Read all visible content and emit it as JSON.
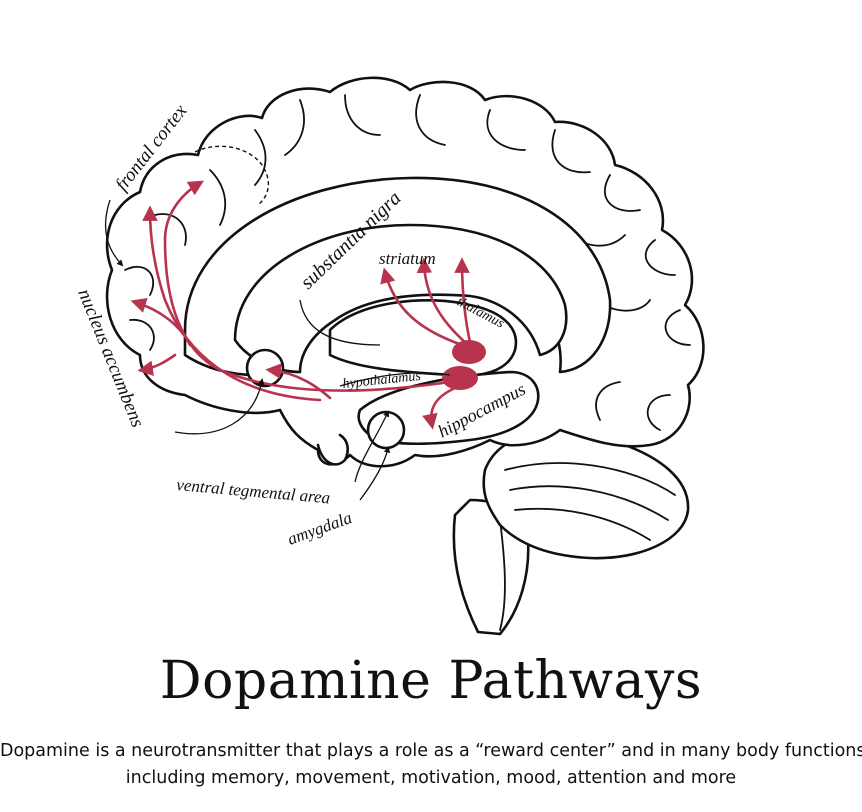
{
  "title": "Dopamine Pathways",
  "description": {
    "line1": "Dopamine is a neurotransmitter that plays a role as a “reward center” and in many body functions,",
    "line2": "including memory, movement, motivation, mood, attention and more"
  },
  "labels": {
    "frontal_cortex": "frontal cortex",
    "nucleus_accumbens": "nucleus accumbens",
    "substantia_nigra": "substantia nigra",
    "striatum": "striatum",
    "thalamus": "thalamus",
    "hypothalamus": "hypothalamus",
    "hippocampus": "hippocampus",
    "ventral_tegmental_area": "ventral tegmental area",
    "amygdala": "amygdala"
  },
  "colors": {
    "pathway": "#b8334d",
    "outline": "#111111"
  }
}
